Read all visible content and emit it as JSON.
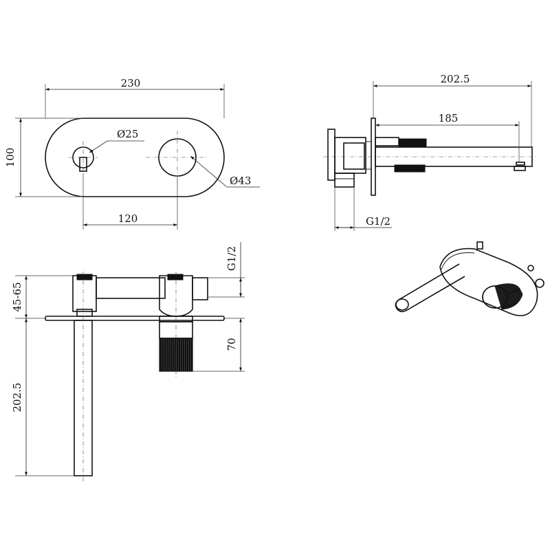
{
  "front_view": {
    "width_label": "230",
    "height_label": "100",
    "small_dia_label": "Ø25",
    "large_dia_label": "Ø43",
    "spacing_label": "120"
  },
  "side_view": {
    "overall_label": "202.5",
    "spout_label": "185",
    "thread_label": "G1/2"
  },
  "top_view": {
    "thread_label": "G1/2",
    "depth_range_label": "45-65",
    "body_label": "70",
    "spout_label": "202.5"
  },
  "colors": {
    "line": "#111111",
    "background": "#ffffff"
  }
}
